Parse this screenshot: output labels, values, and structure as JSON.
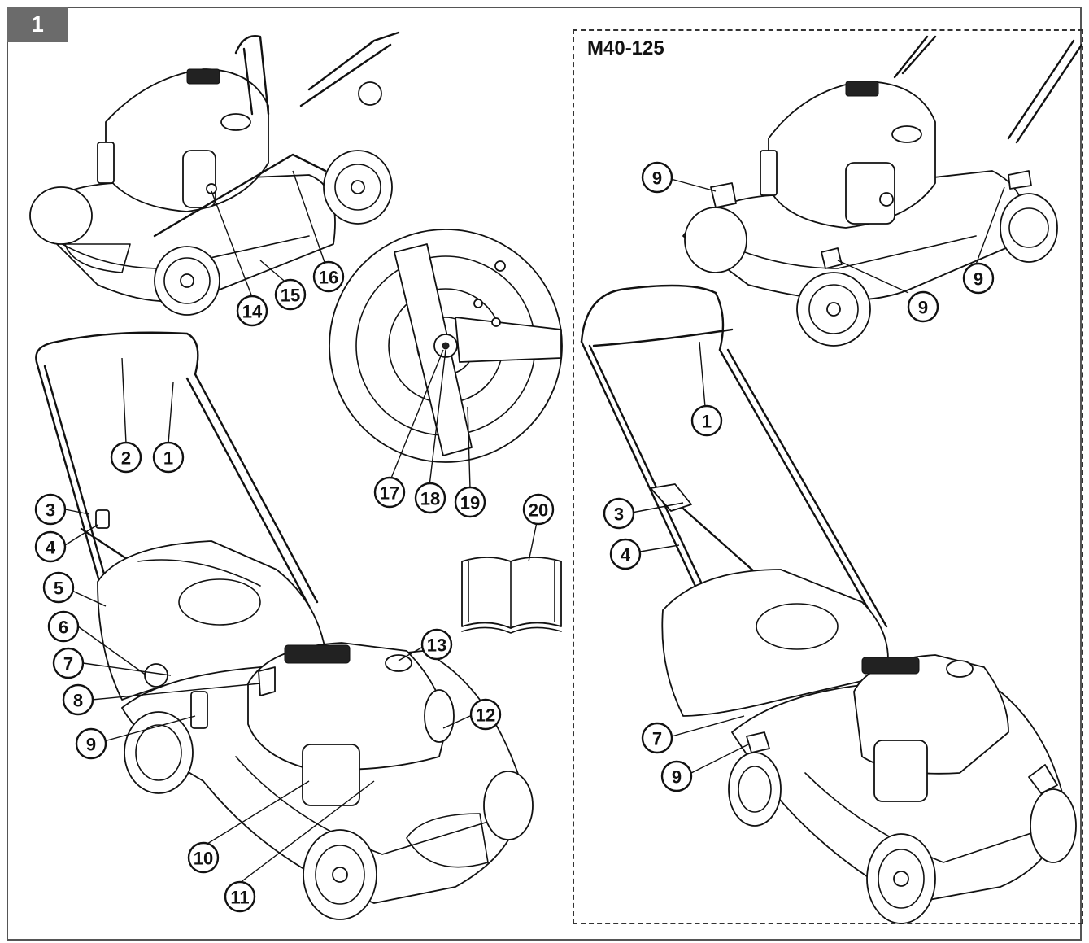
{
  "figure_number": "1",
  "model_label": "M40-125",
  "callouts_left": [
    "2",
    "1",
    "3",
    "4",
    "5",
    "6",
    "7",
    "8",
    "9",
    "10",
    "11",
    "12",
    "13",
    "14",
    "15",
    "16",
    "17",
    "18",
    "19",
    "20"
  ],
  "callouts_right": [
    "9",
    "9",
    "9",
    "9",
    "1",
    "3",
    "4",
    "7",
    "9"
  ],
  "colors": {
    "line": "#111111",
    "badge": "#6b6b6b",
    "frame": "#555555"
  },
  "icons": [
    "manual-book-icon"
  ]
}
